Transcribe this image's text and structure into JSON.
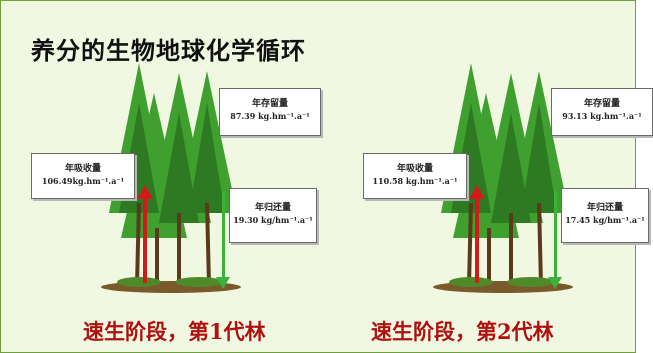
{
  "title": "养分的生物地球化学循环",
  "panels": [
    {
      "storage_label": "年存留量",
      "storage_value": "87.39 kg.hm⁻¹.a⁻¹",
      "uptake_label": "年吸收量",
      "uptake_value": "106.49kg.hm⁻¹.a⁻¹",
      "return_label": "年归还量",
      "return_value": "19.30 kg/hm⁻¹.a⁻¹",
      "caption": "速生阶段，第1代林"
    },
    {
      "storage_label": "年存留量",
      "storage_value": "93.13 kg.hm⁻¹.a⁻¹",
      "uptake_label": "年吸收量",
      "uptake_value": "110.58 kg.hm⁻¹.a⁻¹",
      "return_label": "年归还量",
      "return_value": "17.45 kg/hm⁻¹.a⁻¹",
      "caption": "速生阶段，第2代林"
    }
  ],
  "colors": {
    "background": "#f1f8e1",
    "border": "#6f9f3a",
    "caption": "#b0100f",
    "uptake_arrow": "#d11a1a",
    "return_arrow": "#3bb33b",
    "foliage": "#3f9f2f"
  }
}
